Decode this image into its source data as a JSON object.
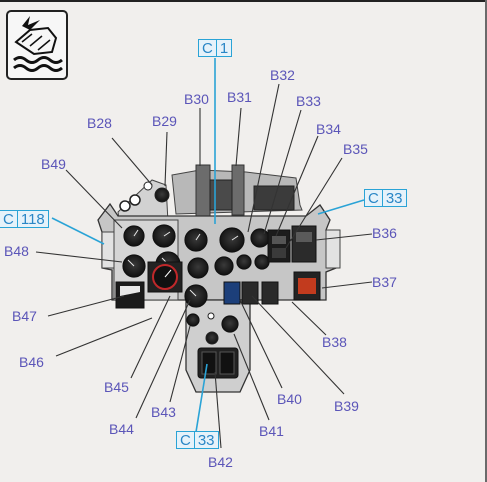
{
  "callouts": {
    "c1": [
      "C",
      "1"
    ],
    "c33_top": [
      "C",
      "33"
    ],
    "c118": [
      "C",
      "118"
    ],
    "c33_bottom": [
      "C",
      "33"
    ]
  },
  "labels": {
    "b28": "B28",
    "b29": "B29",
    "b30": "B30",
    "b31": "B31",
    "b32": "B32",
    "b33": "B33",
    "b34": "B34",
    "b35": "B35",
    "b36": "B36",
    "b37": "B37",
    "b38": "B38",
    "b39": "B39",
    "b40": "B40",
    "b41": "B41",
    "b42": "B42",
    "b43": "B43",
    "b44": "B44",
    "b45": "B45",
    "b46": "B46",
    "b47": "B47",
    "b48": "B48",
    "b49": "B49"
  },
  "colors": {
    "label_text": "#5b55b8",
    "callout_border": "#2aa3d6",
    "callout_text": "#2a86c6",
    "leader_line": "#333333"
  },
  "icons": [
    "paint-instruction-logo-icon"
  ]
}
